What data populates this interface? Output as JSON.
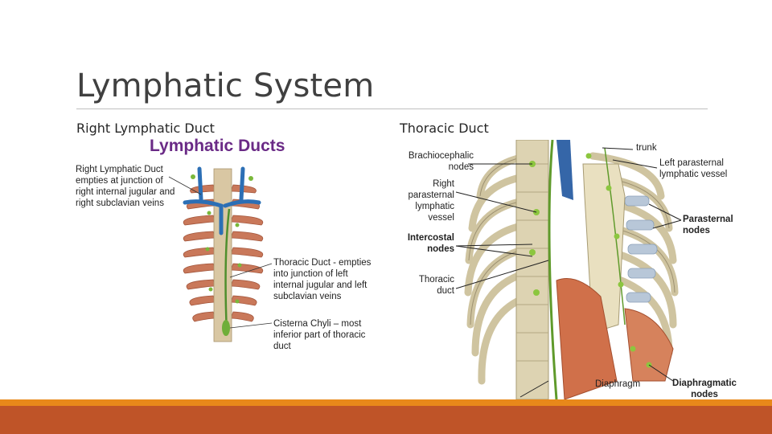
{
  "slide": {
    "title": "Lymphatic System",
    "left_heading": "Right Lymphatic Duct",
    "right_heading": "Thoracic Duct"
  },
  "figure_left": {
    "title": "Lymphatic Ducts",
    "labels": {
      "right_duct": "Right Lymphatic Duct empties at junction of right internal jugular and right subclavian veins",
      "thoracic_duct": "Thoracic Duct - empties into junction of left internal jugular and left subclavian veins",
      "cisterna": "Cisterna Chyli – most inferior part of thoracic duct"
    }
  },
  "figure_right": {
    "labels": {
      "trunk": "trunk",
      "brachiocephalic": "Brachiocephalic nodes",
      "left_parasternal": "Left parasternal lymphatic vessel",
      "right_parasternal": "Right parasternal lymphatic vessel",
      "parasternal_nodes": "Parasternal nodes",
      "intercostal": "Intercostal nodes",
      "thoracic_duct": "Thoracic duct",
      "diaphragm": "Diaphragm",
      "diaphragmatic": "Diaphragmatic nodes"
    }
  },
  "colors": {
    "accent_orange": "#e8881a",
    "accent_rust": "#bf5428",
    "figure_title": "#6a2a86",
    "vein_blue": "#2c6fb5",
    "node_green": "#7ab83a"
  }
}
